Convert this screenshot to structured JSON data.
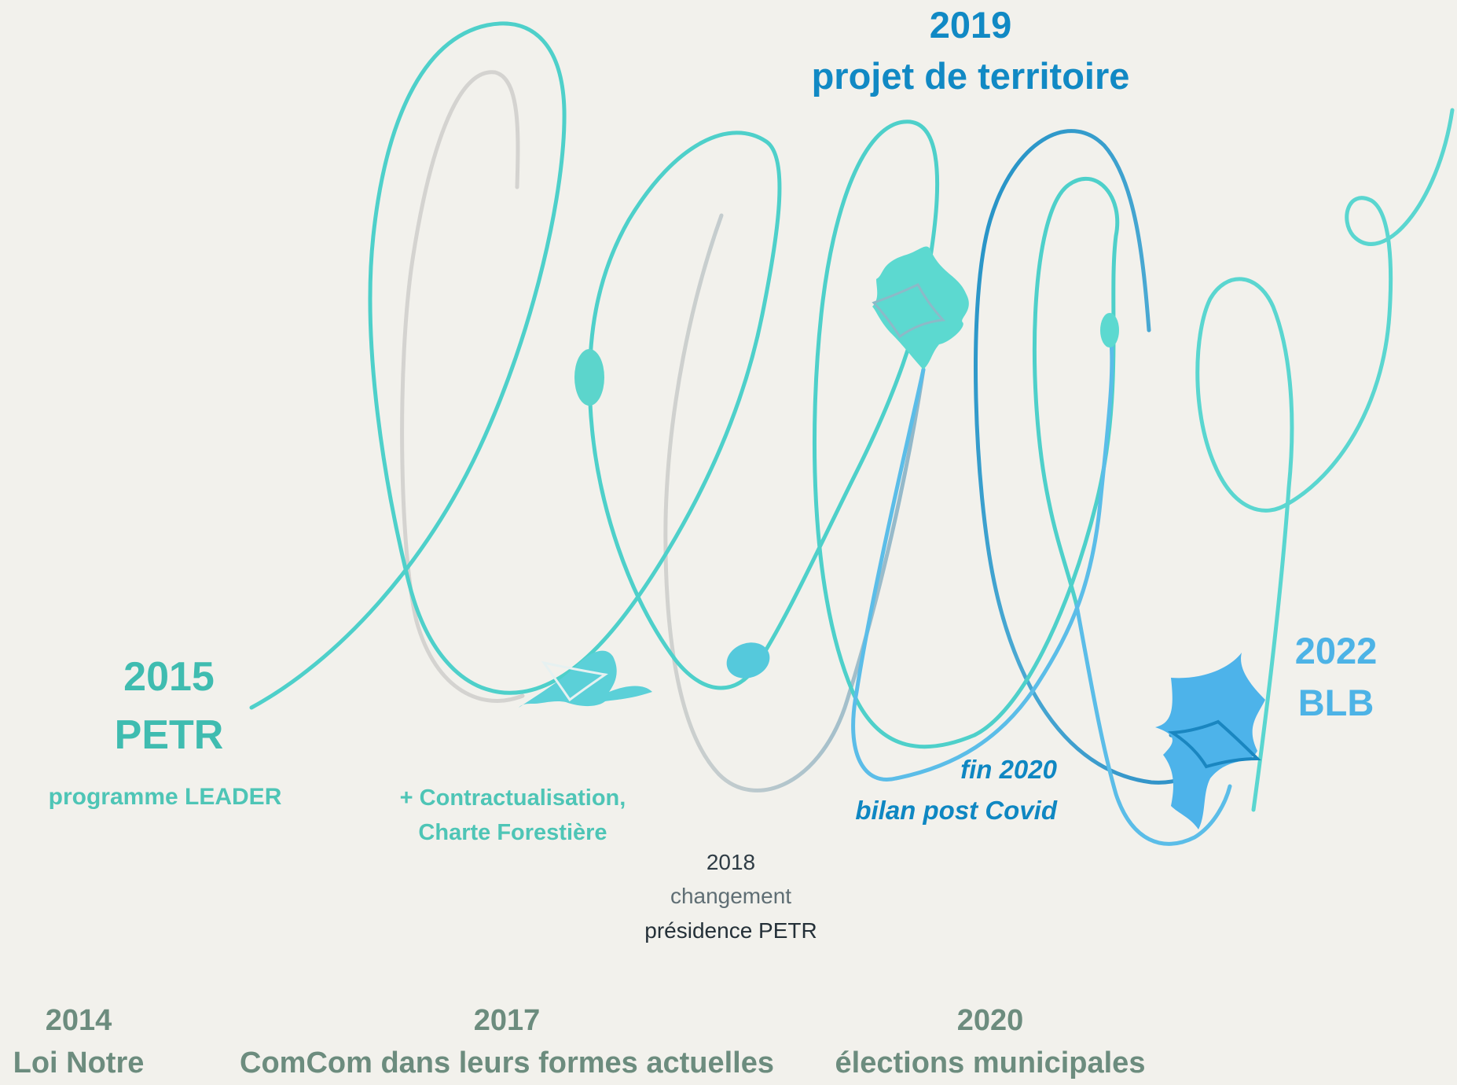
{
  "milestones": {
    "petr_2015": {
      "year": "2015",
      "title": "PETR",
      "sub": "programme LEADER"
    },
    "contract_2017": {
      "line1": "+ Contractualisation,",
      "line2": "Charte Forestière"
    },
    "presidence_2018": {
      "year": "2018",
      "line2": "changement",
      "line3": "présidence PETR"
    },
    "projet_2019": {
      "year": "2019",
      "title": "projet de territoire"
    },
    "covid_2020": {
      "line1": "fin 2020",
      "line2": "bilan post Covid"
    },
    "blb_2022": {
      "year": "2022",
      "title": "BLB"
    }
  },
  "bottom_timeline": [
    {
      "year": "2014",
      "label": "Loi Notre"
    },
    {
      "year": "2017",
      "label": "ComCom dans leurs formes actuelles"
    },
    {
      "year": "2020",
      "label": "élections municipales"
    }
  ],
  "colors": {
    "background": "#f2f1ec",
    "teal_main": "#4ed0ca",
    "grey_thread": "#d4d3d0",
    "blue_dark": "#2190c5",
    "blue_light": "#5bbde8",
    "blue_star": "#4db3ea",
    "teal_star": "#5cd9d0"
  },
  "icons": [
    "spiral-thread",
    "burst-star-icon",
    "blob-marker-icon"
  ]
}
